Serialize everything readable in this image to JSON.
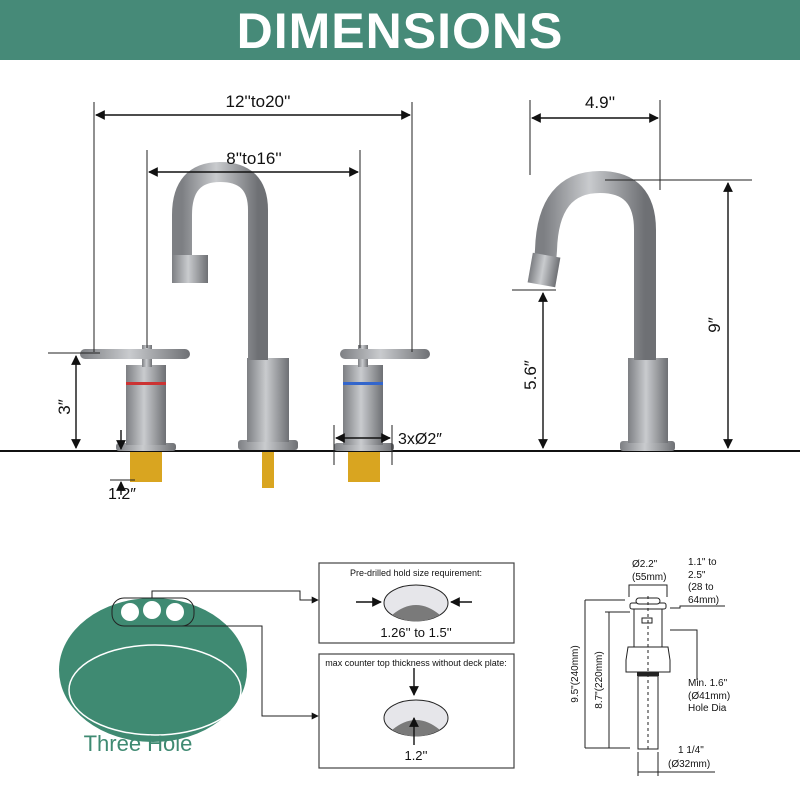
{
  "header": {
    "title": "DIMENSIONS"
  },
  "colors": {
    "accent": "#468a78",
    "faucet": "#9a9ca0",
    "brass": "#d9a520"
  },
  "front_view": {
    "overall_spread": "12''to20''",
    "handle_spread": "8''to16''",
    "handle_height": "3″",
    "shank_length": "1.2″",
    "base_diameter": "3xØ2″"
  },
  "side_view": {
    "reach": "4.9''",
    "spout_height": "5.6″",
    "total_height": "9″"
  },
  "sink": {
    "label": "Three Hole"
  },
  "hole_box": {
    "title": "Pre-drilled hold size requirement:",
    "value": "1.26'' to 1.5''"
  },
  "thickness_box": {
    "title": "max counter top thickness without deck plate:",
    "value": "1.2''"
  },
  "drain": {
    "top_dia_1": "Ø2.2\"",
    "top_dia_2": "(55mm)",
    "thickness_1": "1.1\" to",
    "thickness_2": "2.5\"",
    "thickness_3": "(28 to",
    "thickness_4": "64mm)",
    "total_length": "9.5\"(240mm)",
    "body_length": "8.7\"(220mm)",
    "hole_1": "Min. 1.6\"",
    "hole_2": "(Ø41mm)",
    "hole_3": "Hole Dia",
    "pipe_1": "1 1/4\"",
    "pipe_2": "(Ø32mm)"
  }
}
